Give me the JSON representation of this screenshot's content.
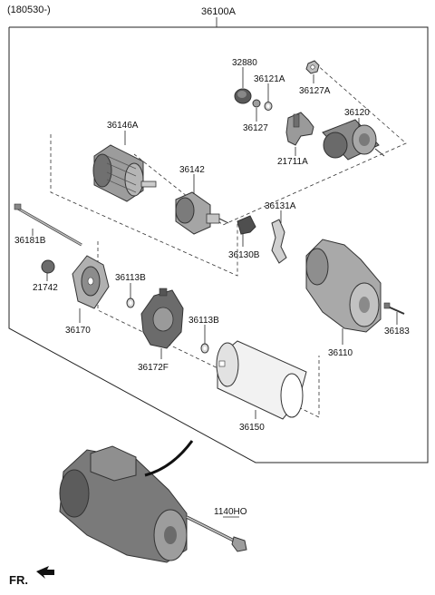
{
  "header": {
    "date_code": "(180530-)",
    "assembly_number": "36100A"
  },
  "parts": {
    "p32880": "32880",
    "p36121A": "36121A",
    "p36127A": "36127A",
    "p36127": "36127",
    "p36120": "36120",
    "p21711A": "21711A",
    "p36146A": "36146A",
    "p36142": "36142",
    "p36131A": "36131A",
    "p36130B": "36130B",
    "p36181B": "36181B",
    "p21742": "21742",
    "p36113B_a": "36113B",
    "p36113B_b": "36113B",
    "p36170": "36170",
    "p36172F": "36172F",
    "p36110": "36110",
    "p36183": "36183",
    "p36150": "36150",
    "p1140HO": "1140HO"
  },
  "footer": {
    "direction_label": "FR."
  }
}
